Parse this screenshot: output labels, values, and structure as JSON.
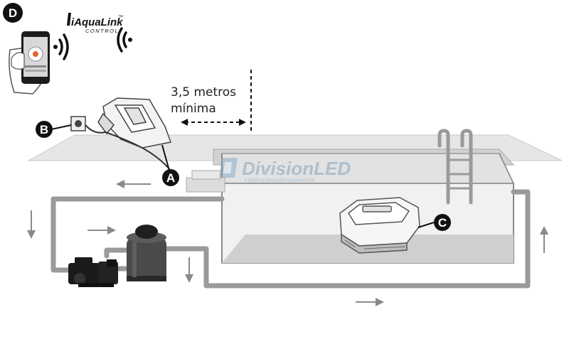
{
  "labels": {
    "a": "A",
    "b": "B",
    "c": "C",
    "d": "D"
  },
  "app": {
    "brand": "iAquaLink",
    "brand_tm": "™",
    "brand_sub": "CONTROL"
  },
  "distance": {
    "line1": "3,5 metros",
    "line2": "mínima"
  },
  "watermark": {
    "name": "DivisionLED",
    "tagline": "Lighting product experience"
  },
  "colors": {
    "label_fill": "#111111",
    "pipe": "#9a9a9a",
    "deck": "#e6e6e6",
    "pool_inner": "#eeeeee",
    "arrow": "#8a8a8a"
  }
}
